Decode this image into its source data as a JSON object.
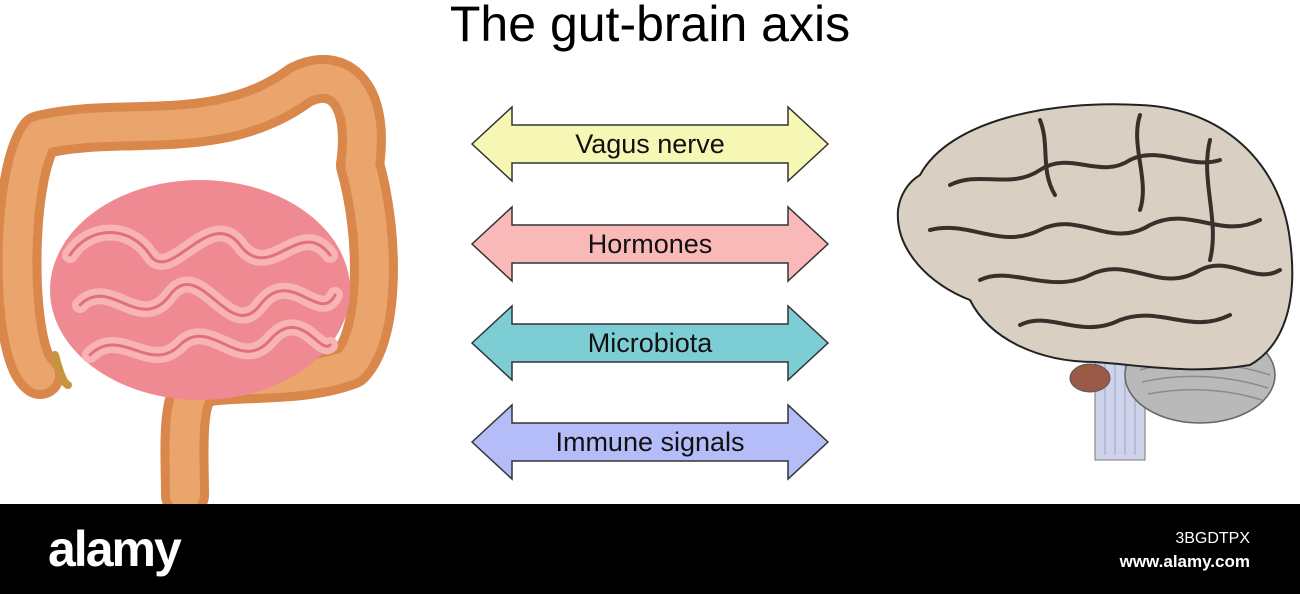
{
  "title": "The gut-brain axis",
  "arrows": [
    {
      "label": "Vagus nerve",
      "color": "#f7f7b5"
    },
    {
      "label": "Hormones",
      "color": "#f9b9b9"
    },
    {
      "label": "Microbiota",
      "color": "#7ccdd4"
    },
    {
      "label": "Immune signals",
      "color": "#b4bdf7"
    }
  ],
  "illustrations": {
    "gut_icon": "intestines-icon",
    "brain_icon": "brain-icon"
  },
  "footer": {
    "logo": "alamy",
    "image_id": "3BGDTPX",
    "site": "www.alamy.com"
  }
}
